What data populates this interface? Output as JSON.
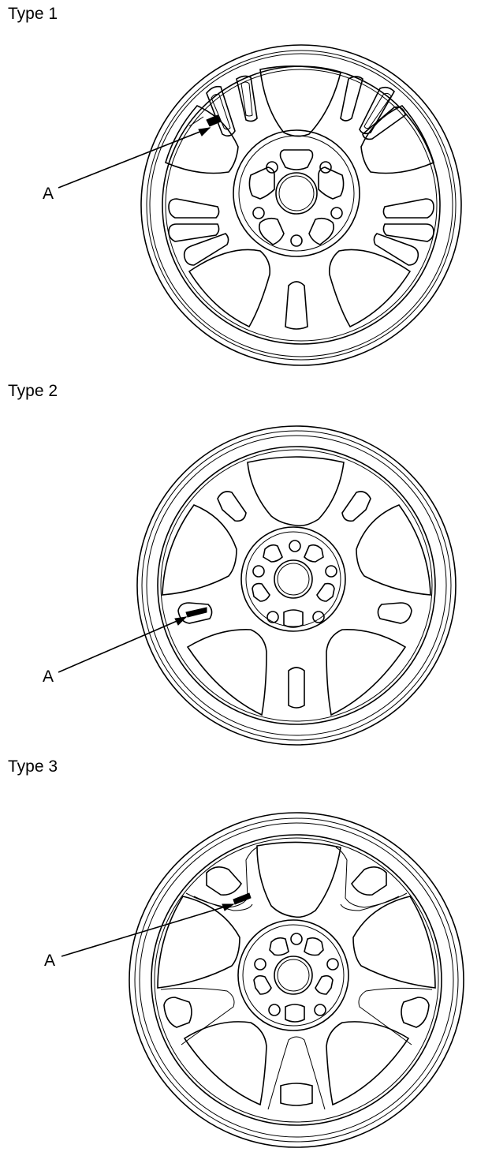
{
  "figures": [
    {
      "label": "Type 1",
      "callout": "A"
    },
    {
      "label": "Type 2",
      "callout": "A"
    },
    {
      "label": "Type 3",
      "callout": "A"
    }
  ]
}
